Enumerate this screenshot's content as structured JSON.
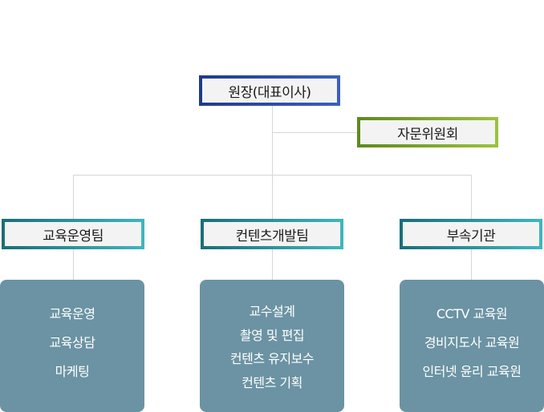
{
  "nodes": {
    "ceo": "원장(대표이사)",
    "advisory": "자문위원회",
    "teams": [
      {
        "label": "교육운영팀",
        "items": [
          "교육운영",
          "교육상담",
          "마케팅"
        ]
      },
      {
        "label": "컨텐츠개발팀",
        "items": [
          "교수설계",
          "촬영 및 편집",
          "컨텐츠 유지보수",
          "컨텐츠 기획"
        ]
      },
      {
        "label": "부속기관",
        "items": [
          "CCTV 교육원",
          "경비지도사 교육원",
          "인터넷 윤리 교육원"
        ]
      }
    ]
  },
  "colors": {
    "ceo_border": "#1f3b8c",
    "advisory_border": "#7aa52c",
    "team_border": "#2a9aa3",
    "card_fill": "#6b93a3",
    "connector": "#d6d6d6"
  }
}
